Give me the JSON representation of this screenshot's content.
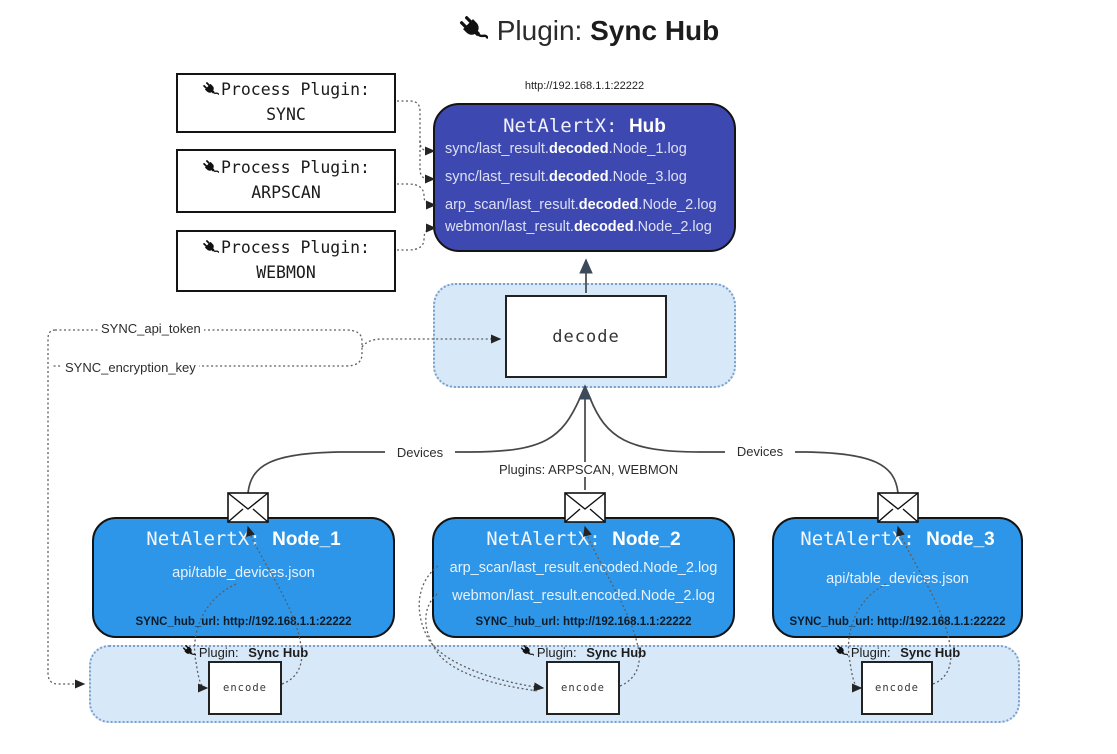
{
  "title": {
    "icon": "electric-plug",
    "prefix": "Plugin:",
    "name": "Sync Hub"
  },
  "process_plugins": [
    {
      "label": "Process Plugin:",
      "name": "SYNC"
    },
    {
      "label": "Process Plugin:",
      "name": "ARPSCAN"
    },
    {
      "label": "Process Plugin:",
      "name": "WEBMON"
    }
  ],
  "hub": {
    "url": "http://192.168.1.1:22222",
    "title_prefix": "NetAlertX: ",
    "title_name": "Hub",
    "logs": [
      {
        "pre": "sync/last_result.",
        "bold": "decoded",
        "post": ".Node_1.log"
      },
      {
        "pre": "sync/last_result.",
        "bold": "decoded",
        "post": ".Node_3.log"
      },
      {
        "pre": "arp_scan/last_result.",
        "bold": "decoded",
        "post": ".Node_2.log"
      },
      {
        "pre": "webmon/last_result.",
        "bold": "decoded",
        "post": ".Node_2.log"
      }
    ]
  },
  "decode_box": {
    "label": "decode"
  },
  "secrets": {
    "api_token": "SYNC_api_token",
    "encryption_key": "SYNC_encryption_key"
  },
  "edge_labels": {
    "devices_left": "Devices",
    "plugins_middle": "Plugins: ARPSCAN, WEBMON",
    "devices_right": "Devices"
  },
  "nodes": [
    {
      "title_prefix": "NetAlertX: ",
      "title_name": "Node_1",
      "lines": [
        "api/table_devices.json"
      ],
      "hub_url": "SYNC_hub_url: http://192.168.1.1:22222"
    },
    {
      "title_prefix": "NetAlertX: ",
      "title_name": "Node_2",
      "lines": [
        "arp_scan/last_result.encoded.Node_2.log",
        "webmon/last_result.encoded.Node_2.log"
      ],
      "hub_url": "SYNC_hub_url: http://192.168.1.1:22222"
    },
    {
      "title_prefix": "NetAlertX: ",
      "title_name": "Node_3",
      "lines": [
        "api/table_devices.json"
      ],
      "hub_url": "SYNC_hub_url: http://192.168.1.1:22222"
    }
  ],
  "encoders": [
    {
      "label": "Plugin:",
      "name": "Sync Hub",
      "box": "encode"
    },
    {
      "label": "Plugin:",
      "name": "Sync Hub",
      "box": "encode"
    },
    {
      "label": "Plugin:",
      "name": "Sync Hub",
      "box": "encode"
    }
  ],
  "colors": {
    "hub_bg": "#3d48b0",
    "node_bg": "#2e96e8",
    "band_bg": "#d7e8f9",
    "band_border": "#7ba0c9",
    "box_border": "#141414"
  }
}
